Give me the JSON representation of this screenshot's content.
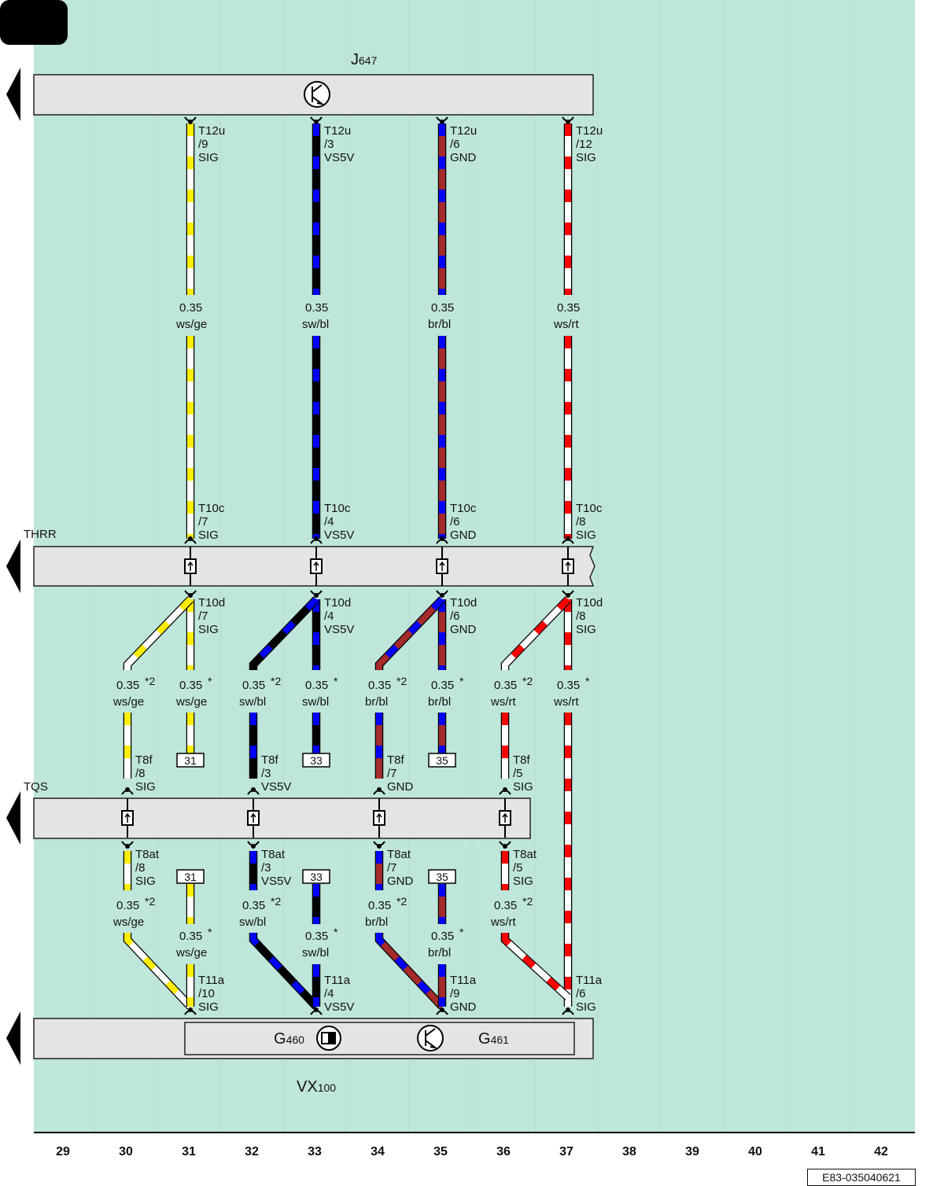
{
  "colors": {
    "background": "#bfe6da",
    "bar": "#e4e4e4",
    "ws": "#ffffff",
    "ge": "#ffee00",
    "sw": "#000000",
    "bl": "#0000ff",
    "br": "#a52a2a",
    "rt": "#ff0000"
  },
  "components": {
    "j647": {
      "letter": "J",
      "sub": "647"
    },
    "thrr": {
      "name": "THRR"
    },
    "tqs": {
      "name": "TQS"
    },
    "g460": {
      "letter": "G",
      "sub": "460"
    },
    "g461": {
      "letter": "G",
      "sub": "461"
    },
    "vx100": {
      "letter": "VX",
      "sub": "100"
    }
  },
  "wires": [
    {
      "gauge": "0.35",
      "color": "ws/ge",
      "top": [
        "T12u",
        "/9",
        "SIG"
      ],
      "thrr_in": [
        "T10c",
        "/7",
        "SIG"
      ],
      "thrr_out": [
        "T10d",
        "/7",
        "SIG"
      ],
      "tqs_in": [
        "T8f",
        "/8",
        "SIG"
      ],
      "tqs_out": [
        "T8at",
        "/8",
        "SIG"
      ],
      "bottom": [
        "T11a",
        "/10",
        "SIG"
      ],
      "ref": "31",
      "note_a": "*2",
      "note_b": "*"
    },
    {
      "gauge": "0.35",
      "color": "sw/bl",
      "top": [
        "T12u",
        "/3",
        "VS5V"
      ],
      "thrr_in": [
        "T10c",
        "/4",
        "VS5V"
      ],
      "thrr_out": [
        "T10d",
        "/4",
        "VS5V"
      ],
      "tqs_in": [
        "T8f",
        "/3",
        "VS5V"
      ],
      "tqs_out": [
        "T8at",
        "/3",
        "VS5V"
      ],
      "bottom": [
        "T11a",
        "/4",
        "VS5V"
      ],
      "ref": "33",
      "note_a": "*2",
      "note_b": "*"
    },
    {
      "gauge": "0.35",
      "color": "br/bl",
      "top": [
        "T12u",
        "/6",
        "GND"
      ],
      "thrr_in": [
        "T10c",
        "/6",
        "GND"
      ],
      "thrr_out": [
        "T10d",
        "/6",
        "GND"
      ],
      "tqs_in": [
        "T8f",
        "/7",
        "GND"
      ],
      "tqs_out": [
        "T8at",
        "/7",
        "GND"
      ],
      "bottom": [
        "T11a",
        "/9",
        "GND"
      ],
      "ref": "35",
      "note_a": "*2",
      "note_b": "*"
    },
    {
      "gauge": "0.35",
      "color": "ws/rt",
      "top": [
        "T12u",
        "/12",
        "SIG"
      ],
      "thrr_in": [
        "T10c",
        "/8",
        "SIG"
      ],
      "thrr_out": [
        "T10d",
        "/8",
        "SIG"
      ],
      "tqs_in": [
        "T8f",
        "/5",
        "SIG"
      ],
      "tqs_out": [
        "T8at",
        "/5",
        "SIG"
      ],
      "bottom": [
        "T11a",
        "/6",
        "SIG"
      ],
      "ref": "",
      "note_a": "*2",
      "note_b": "*"
    }
  ],
  "grid_numbers": [
    "29",
    "30",
    "31",
    "32",
    "33",
    "34",
    "35",
    "36",
    "37",
    "38",
    "39",
    "40",
    "41",
    "42"
  ],
  "page_id": "E83-035040621"
}
